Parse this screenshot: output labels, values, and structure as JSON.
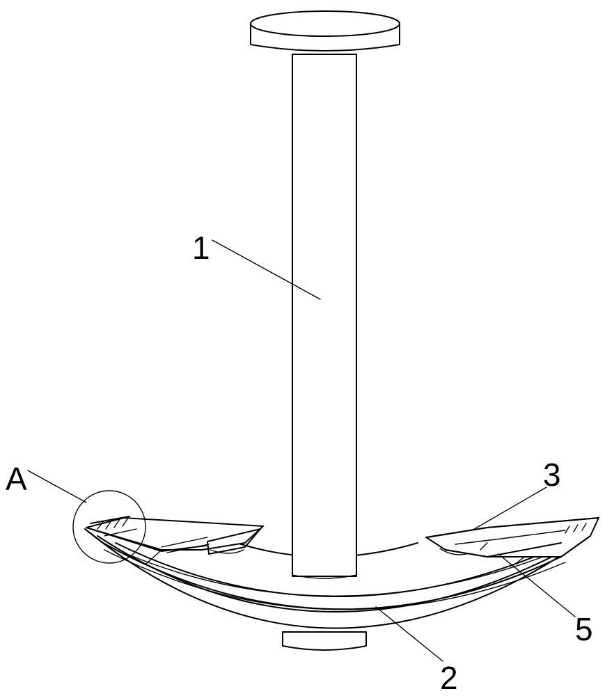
{
  "labels": {
    "part_1": "1",
    "part_2": "2",
    "part_3": "3",
    "part_5": "5",
    "detail_a": "A"
  }
}
